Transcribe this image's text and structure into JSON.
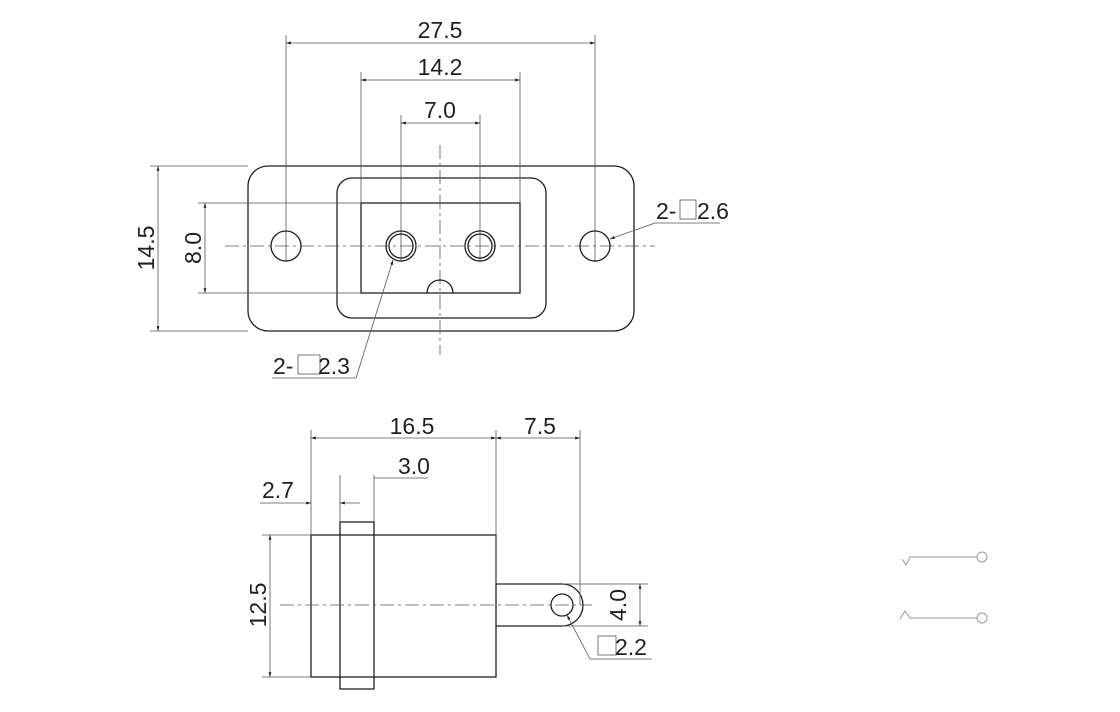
{
  "top_view": {
    "dim_overall_width": "27.5",
    "dim_inner_width": "14.2",
    "dim_pin_pitch": "7.0",
    "dim_overall_height": "14.5",
    "dim_inner_height": "8.0",
    "callout_mount_hole_prefix": "2-",
    "callout_mount_hole_value": "2.6",
    "callout_pin_prefix": "2-",
    "callout_pin_value": "2.3"
  },
  "side_view": {
    "dim_body_length": "16.5",
    "dim_tab_length": "7.5",
    "dim_front": "2.7",
    "dim_flange": "3.0",
    "dim_body_height": "12.5",
    "dim_tab_height": "4.0",
    "callout_tab_hole_value": "2.2"
  }
}
